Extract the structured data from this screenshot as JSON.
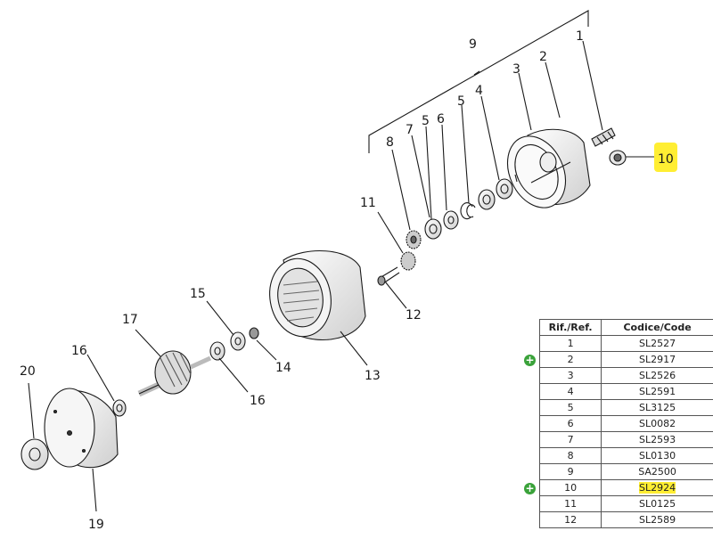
{
  "callouts": {
    "c1": "1",
    "c2": "2",
    "c3": "3",
    "c4": "4",
    "c5a": "5",
    "c5b": "5",
    "c6": "6",
    "c7": "7",
    "c8": "8",
    "c9": "9",
    "c10": "10",
    "c11": "11",
    "c12": "12",
    "c13": "13",
    "c14": "14",
    "c15": "15",
    "c16a": "16",
    "c16b": "16",
    "c17": "17",
    "c19": "19",
    "c20": "20"
  },
  "table": {
    "headers": [
      "Rif./Ref.",
      "Codice/Code"
    ],
    "rows": [
      {
        "ref": "1",
        "code": "SL2527",
        "added": false,
        "highlight": false
      },
      {
        "ref": "2",
        "code": "SL2917",
        "added": true,
        "highlight": false
      },
      {
        "ref": "3",
        "code": "SL2526",
        "added": false,
        "highlight": false
      },
      {
        "ref": "4",
        "code": "SL2591",
        "added": false,
        "highlight": false
      },
      {
        "ref": "5",
        "code": "SL3125",
        "added": false,
        "highlight": false
      },
      {
        "ref": "6",
        "code": "SL0082",
        "added": false,
        "highlight": false
      },
      {
        "ref": "7",
        "code": "SL2593",
        "added": false,
        "highlight": false
      },
      {
        "ref": "8",
        "code": "SL0130",
        "added": false,
        "highlight": false
      },
      {
        "ref": "9",
        "code": "SA2500",
        "added": false,
        "highlight": false
      },
      {
        "ref": "10",
        "code": "SL2924",
        "added": true,
        "highlight": true
      },
      {
        "ref": "11",
        "code": "SL0125",
        "added": false,
        "highlight": false
      },
      {
        "ref": "12",
        "code": "SL2589",
        "added": false,
        "highlight": false
      }
    ]
  },
  "colors": {
    "highlight": "#ffee33",
    "add_icon": "#3aa23a"
  },
  "icons": {
    "add": "plus-circle-icon"
  }
}
